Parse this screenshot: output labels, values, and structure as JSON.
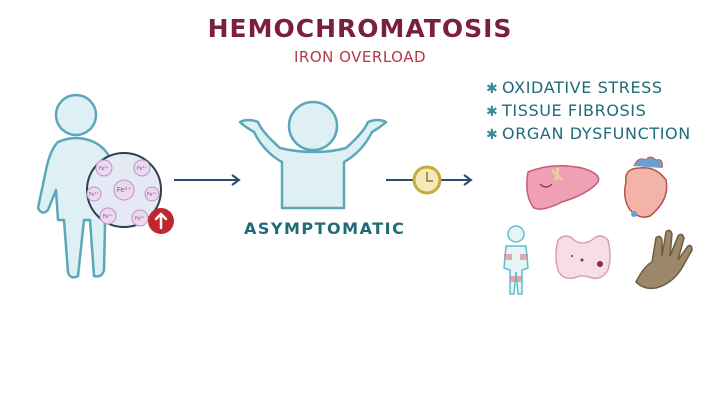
{
  "header": {
    "title": "HEMOCHROMATOSIS",
    "subtitle": "IRON OVERLOAD"
  },
  "stages": {
    "patient": {
      "iron_ion_label": "Fe²⁺",
      "indicator": "increase-arrow"
    },
    "middle": {
      "label": "ASYMPTOMATIC"
    },
    "time_marker": "clock"
  },
  "effects": {
    "bullet": "✱",
    "items": [
      {
        "label": "OXIDATIVE STRESS"
      },
      {
        "label": "TISSUE FIBROSIS"
      },
      {
        "label": "ORGAN DYSFUNCTION"
      }
    ]
  },
  "organs": [
    "liver",
    "heart",
    "joints-body",
    "pituitary-gland",
    "hand"
  ],
  "colors": {
    "title": "#7a1f3d",
    "subtitle": "#b23a48",
    "teal_text": "#1f6b78",
    "figure_fill": "#dff0f5",
    "figure_stroke": "#5aa8b8",
    "arrow": "#2e4a6e",
    "alert_red": "#c0272d"
  }
}
